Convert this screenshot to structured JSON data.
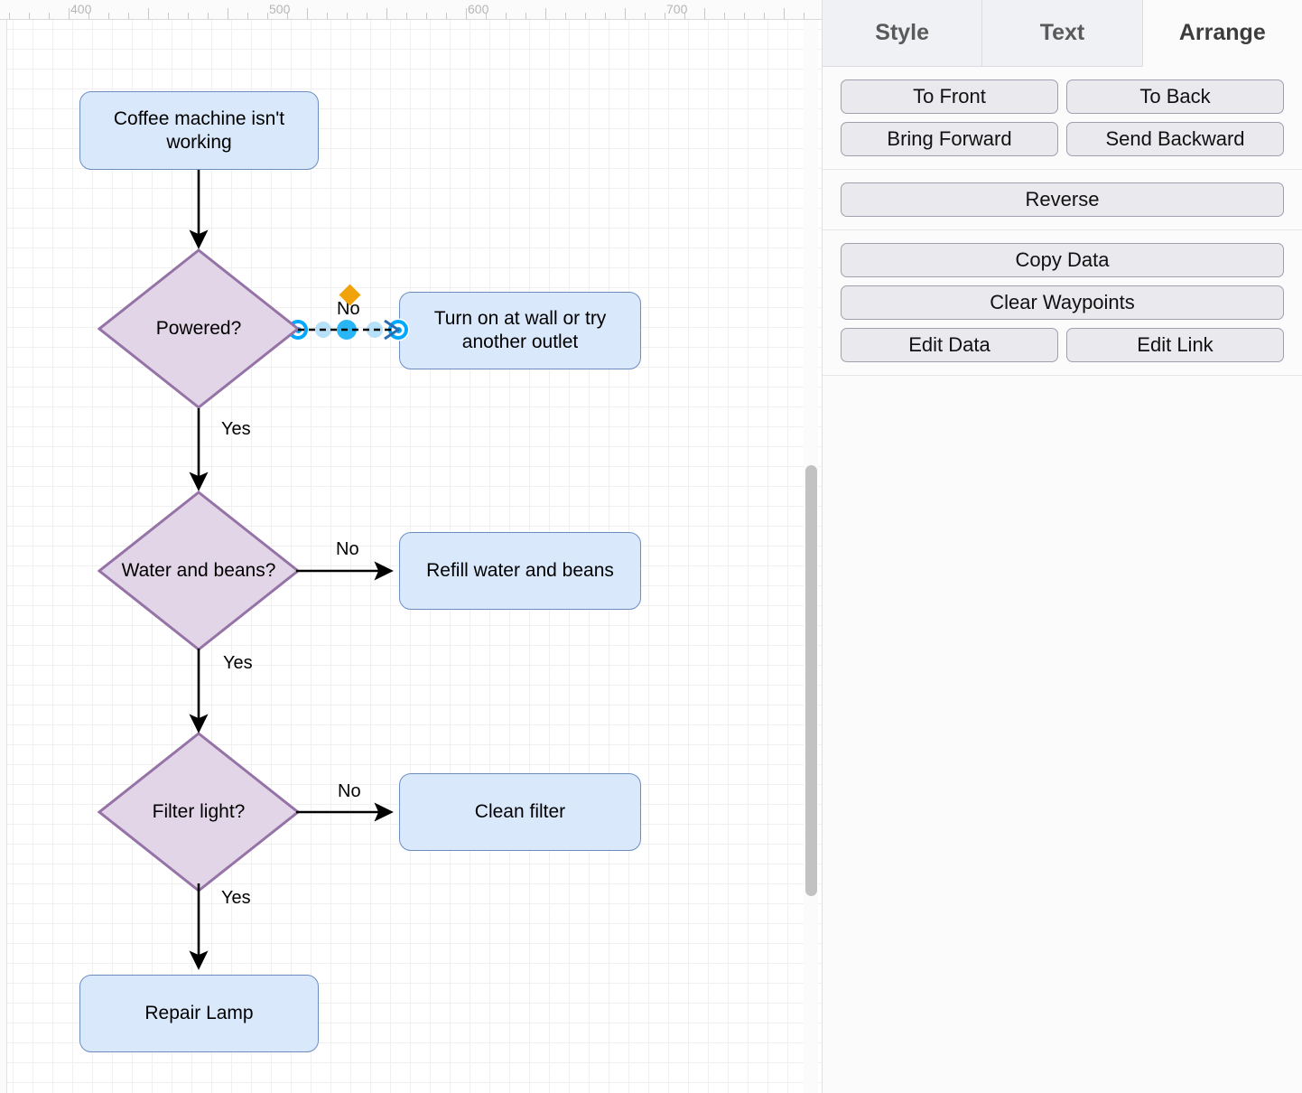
{
  "app": {
    "name": "diagram-editor"
  },
  "canvas": {
    "ruler": {
      "unit_labels": [
        "400",
        "500",
        "600",
        "700"
      ],
      "major_positions": [
        88,
        264,
        440,
        616
      ]
    },
    "scrollbar": {
      "orientation": "vertical"
    }
  },
  "diagram": {
    "nodes": [
      {
        "id": "start",
        "type": "process",
        "label": "Coffee machine isn't working"
      },
      {
        "id": "powered",
        "type": "decision",
        "label": "Powered?"
      },
      {
        "id": "turn-on",
        "type": "process",
        "label": "Turn on at wall or try another outlet"
      },
      {
        "id": "water-beans",
        "type": "decision",
        "label": "Water and beans?"
      },
      {
        "id": "refill",
        "type": "process",
        "label": "Refill water and beans"
      },
      {
        "id": "filter-light",
        "type": "decision",
        "label": "Filter light?"
      },
      {
        "id": "clean-filter",
        "type": "process",
        "label": "Clean filter"
      },
      {
        "id": "repair-lamp",
        "type": "process",
        "label": "Repair Lamp"
      }
    ],
    "edge_labels": {
      "powered_no": "No",
      "powered_yes": "Yes",
      "water_no": "No",
      "water_yes": "Yes",
      "filter_no": "No",
      "filter_yes": "Yes"
    },
    "selected_edge": {
      "from": "powered",
      "to": "turn-on",
      "label": "No",
      "selection_color": "#00a8ff",
      "label_handle_color": "#f0a30a"
    },
    "colors": {
      "process_fill": "#dae8fc",
      "process_stroke": "#6c8ebf",
      "decision_fill": "#e1d5e7",
      "decision_stroke": "#9673a6",
      "edge_stroke": "#000000"
    }
  },
  "format_panel": {
    "tabs": [
      {
        "id": "style",
        "label": "Style",
        "active": false
      },
      {
        "id": "text",
        "label": "Text",
        "active": false
      },
      {
        "id": "arrange",
        "label": "Arrange",
        "active": true
      }
    ],
    "sections": [
      {
        "id": "order",
        "rows": [
          [
            {
              "id": "to-front",
              "label": "To Front"
            },
            {
              "id": "to-back",
              "label": "To Back"
            }
          ],
          [
            {
              "id": "bring-forward",
              "label": "Bring Forward"
            },
            {
              "id": "send-backward",
              "label": "Send Backward"
            }
          ]
        ]
      },
      {
        "id": "reverse",
        "rows": [
          [
            {
              "id": "reverse",
              "label": "Reverse"
            }
          ]
        ]
      },
      {
        "id": "data",
        "rows": [
          [
            {
              "id": "copy-data",
              "label": "Copy Data"
            }
          ],
          [
            {
              "id": "clear-waypoints",
              "label": "Clear Waypoints"
            }
          ],
          [
            {
              "id": "edit-data",
              "label": "Edit Data"
            },
            {
              "id": "edit-link",
              "label": "Edit Link"
            }
          ]
        ]
      }
    ]
  }
}
